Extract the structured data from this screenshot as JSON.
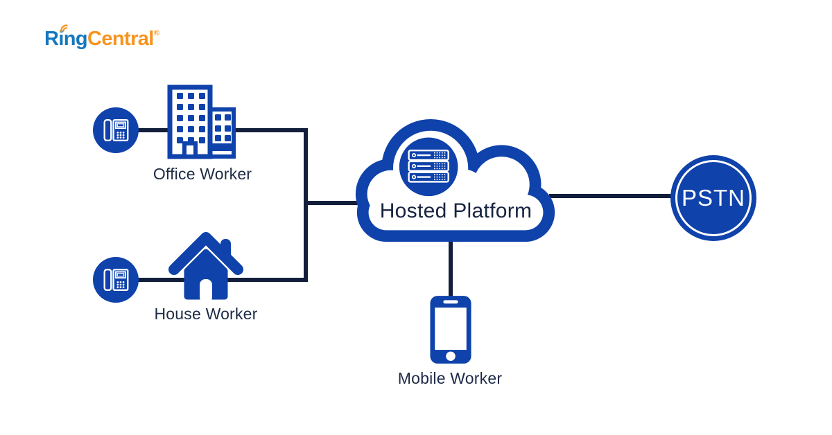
{
  "brand": {
    "name_part1": "Ring",
    "name_part2": "Central",
    "registered_mark": "®",
    "logo_blue": "#1578BE",
    "logo_orange": "#F7941E"
  },
  "colors": {
    "primary_blue": "#0F42AA",
    "connector_navy": "#131E3B",
    "label_navy": "#1D2A46",
    "title_navy": "#17233F",
    "background": "#FFFFFF",
    "icon_detail_white": "#FFFFFF"
  },
  "diagram": {
    "nodes": {
      "office_worker": {
        "label": "Office Worker",
        "icons": [
          "desk-phone-icon",
          "office-building-icon"
        ]
      },
      "house_worker": {
        "label": "House Worker",
        "icons": [
          "desk-phone-icon",
          "house-icon"
        ]
      },
      "hosted_platform": {
        "label": "Hosted Platform",
        "icons": [
          "cloud-icon",
          "server-rack-icon"
        ]
      },
      "mobile_worker": {
        "label": "Mobile Worker",
        "icons": [
          "smartphone-icon"
        ]
      },
      "pstn": {
        "label": "PSTN",
        "icons": [
          "circle-badge"
        ]
      }
    },
    "connections": [
      {
        "from": "office_worker",
        "to": "hosted_platform"
      },
      {
        "from": "house_worker",
        "to": "hosted_platform"
      },
      {
        "from": "hosted_platform",
        "to": "pstn"
      },
      {
        "from": "hosted_platform",
        "to": "mobile_worker"
      }
    ]
  }
}
